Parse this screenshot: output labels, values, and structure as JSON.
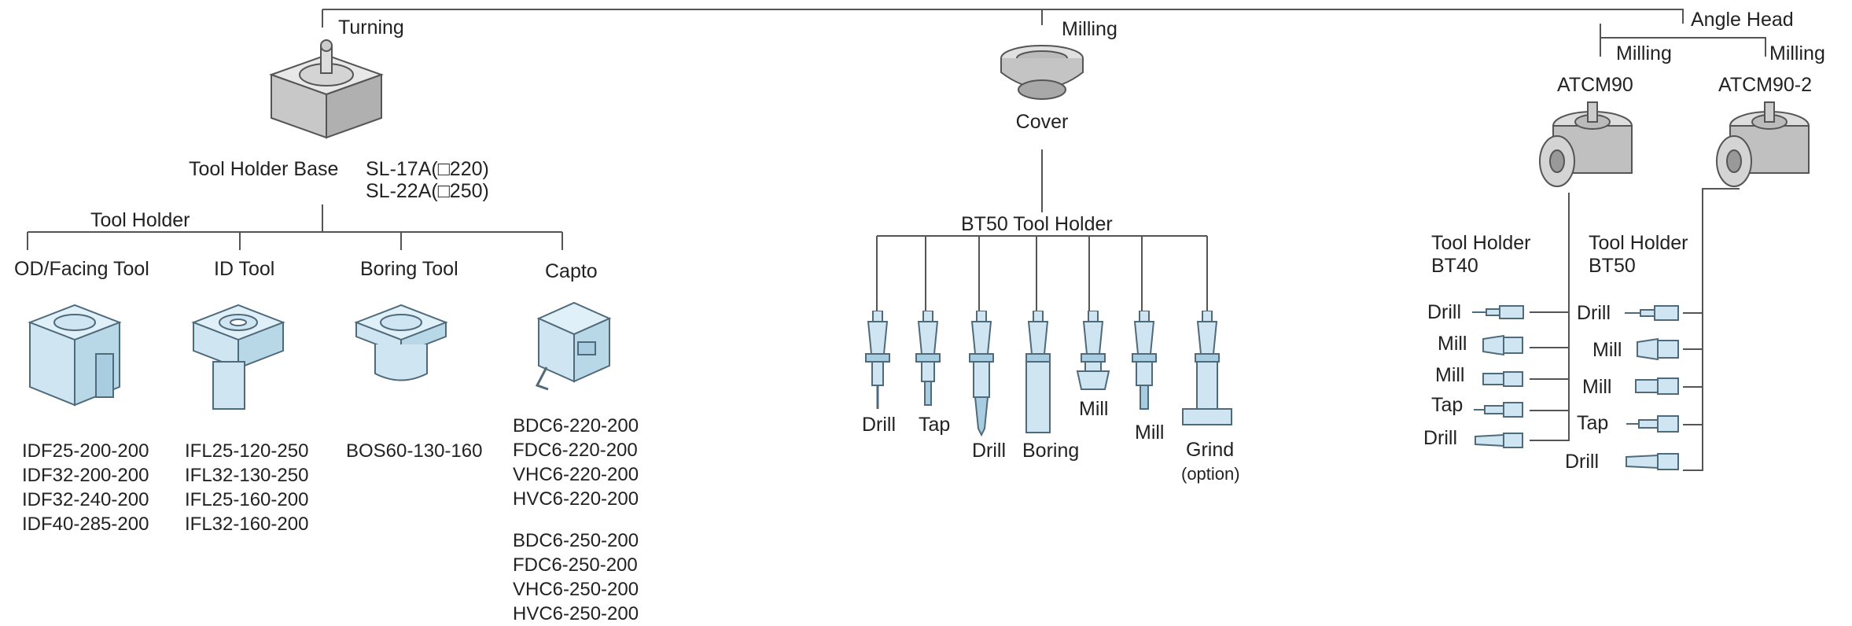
{
  "branches": {
    "turning": "Turning",
    "milling": "Milling",
    "angle_head": "Angle Head"
  },
  "turning": {
    "base_label": "Tool Holder Base",
    "models": [
      "SL-17A(□220)",
      "SL-22A(□250)"
    ],
    "tool_holder_label": "Tool Holder",
    "groups": [
      {
        "title": "OD/Facing Tool",
        "codes": [
          "IDF25-200-200",
          "IDF32-200-200",
          "IDF32-240-200",
          "IDF40-285-200"
        ]
      },
      {
        "title": "ID Tool",
        "codes": [
          "IFL25-120-250",
          "IFL32-130-250",
          "IFL25-160-200",
          "IFL32-160-200"
        ]
      },
      {
        "title": "Boring Tool",
        "codes": [
          "BOS60-130-160"
        ]
      },
      {
        "title": "Capto",
        "codes": [
          "BDC6-220-200",
          "FDC6-220-200",
          "VHC6-220-200",
          "HVC6-220-200",
          "BDC6-250-200",
          "FDC6-250-200",
          "VHC6-250-200",
          "HVC6-250-200"
        ]
      }
    ]
  },
  "milling": {
    "cover_label": "Cover",
    "holder_label": "BT50 Tool Holder",
    "tools": [
      "Drill",
      "Tap",
      "Drill",
      "Boring",
      "Mill",
      "Mill",
      "Grind"
    ],
    "grind_note": "(option)"
  },
  "angle_head": {
    "sub_milling": [
      "Milling",
      "Milling"
    ],
    "models": [
      "ATCM90",
      "ATCM90-2"
    ],
    "holders": [
      {
        "title": "Tool Holder",
        "spec": "BT40",
        "tools": [
          "Drill",
          "Mill",
          "Mill",
          "Tap",
          "Drill"
        ]
      },
      {
        "title": "Tool Holder",
        "spec": "BT50",
        "tools": [
          "Drill",
          "Mill",
          "Mill",
          "Tap",
          "Drill"
        ]
      }
    ]
  },
  "colors": {
    "line": "#555555",
    "part_fill": "#cfe6f2",
    "part_stroke": "#4f6a7a",
    "base_fill": "#dcdcdc"
  }
}
